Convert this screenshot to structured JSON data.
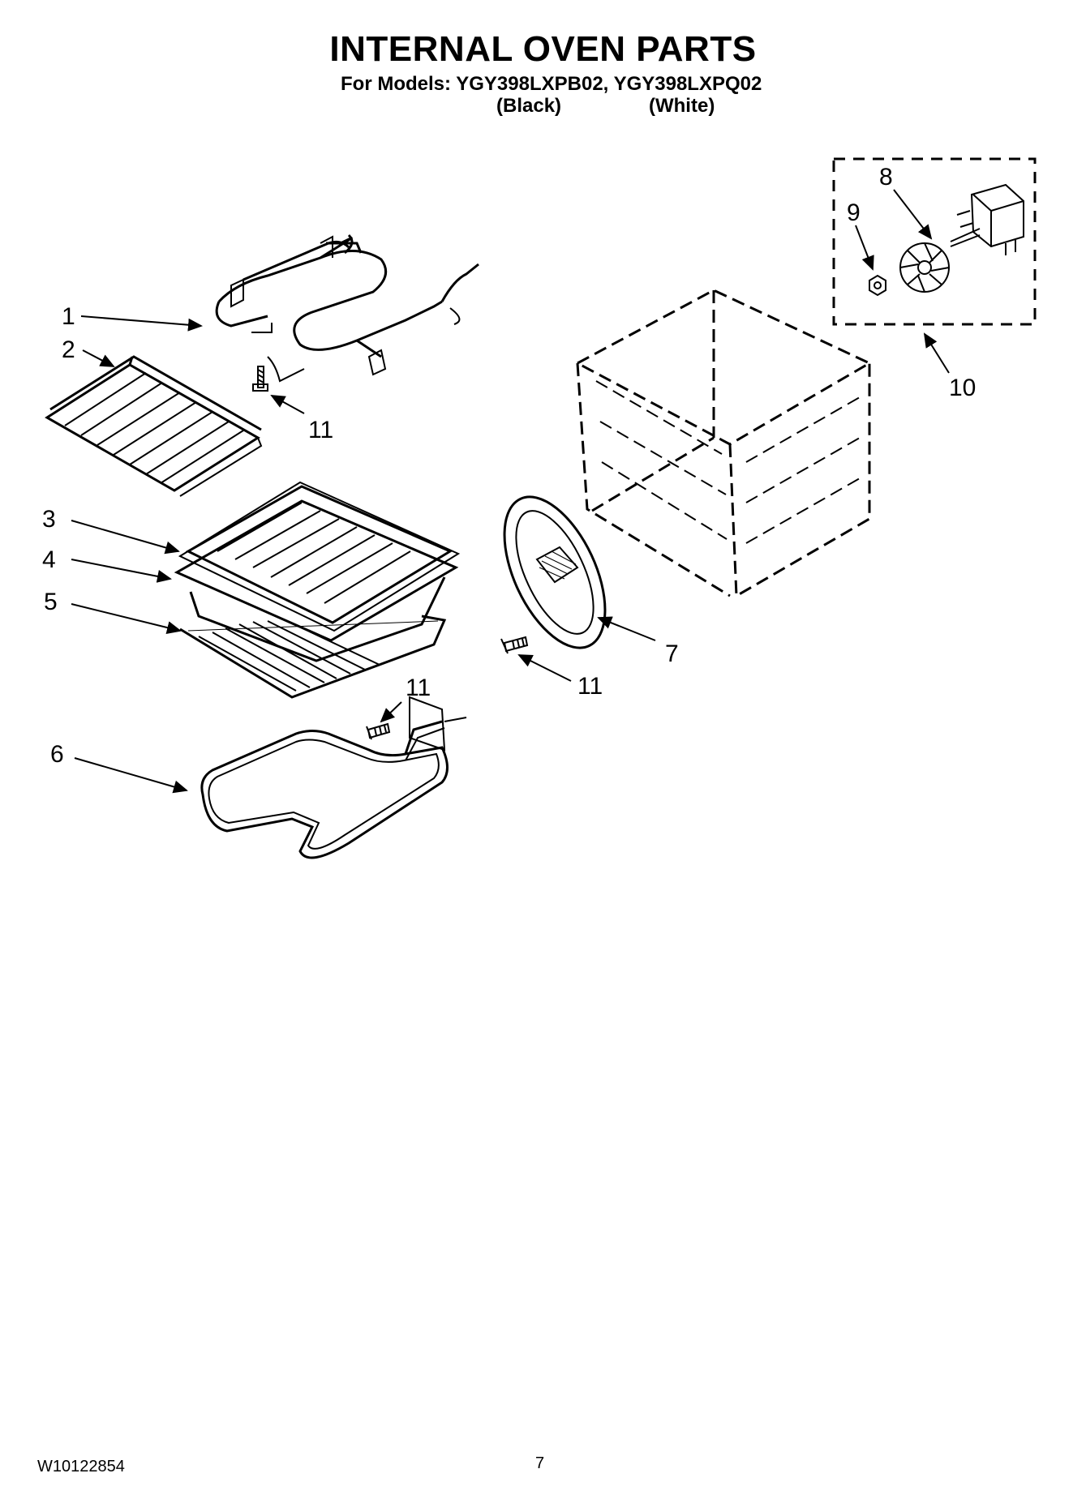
{
  "title": "INTERNAL OVEN PARTS",
  "models_line": "For Models: YGY398LXPB02, YGY398LXPQ02",
  "variants": {
    "black": "(Black)",
    "white": "(White)"
  },
  "callouts": {
    "c1": "1",
    "c2": "2",
    "c3": "3",
    "c4": "4",
    "c5": "5",
    "c6": "6",
    "c7": "7",
    "c8": "8",
    "c9": "9",
    "c10": "10",
    "c11a": "11",
    "c11b": "11",
    "c11c": "11"
  },
  "footer": {
    "doc_number": "W10122854",
    "page_number": "7"
  }
}
